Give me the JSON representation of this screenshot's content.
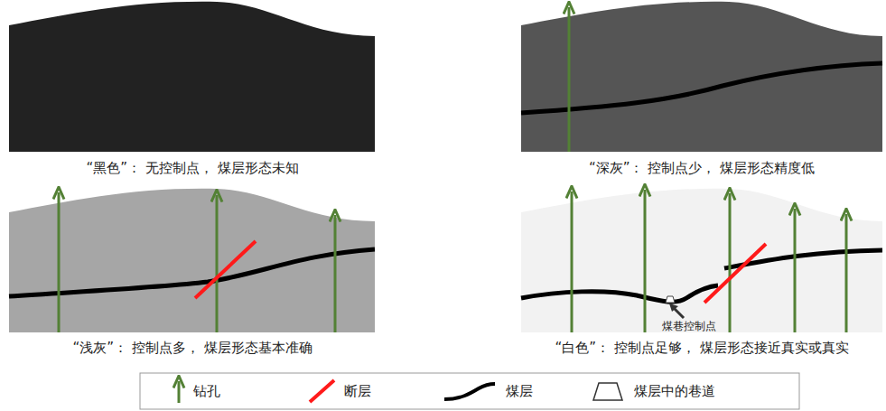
{
  "diagram": {
    "labels": [
      "“黑色”： 无控制点， 煤层形态未知",
      "“深灰”： 控制点少， 煤层形态精度低",
      "“浅灰”： 控制点多， 煤层形态基本准确",
      "“白色”： 控制点足够， 煤层形态接近真实或真实",
      "煤巷控制点"
    ],
    "legend": [
      {
        "text": "钻孔"
      },
      {
        "text": "断层"
      },
      {
        "text": "煤层"
      },
      {
        "text": "煤层中的巷道"
      }
    ]
  }
}
